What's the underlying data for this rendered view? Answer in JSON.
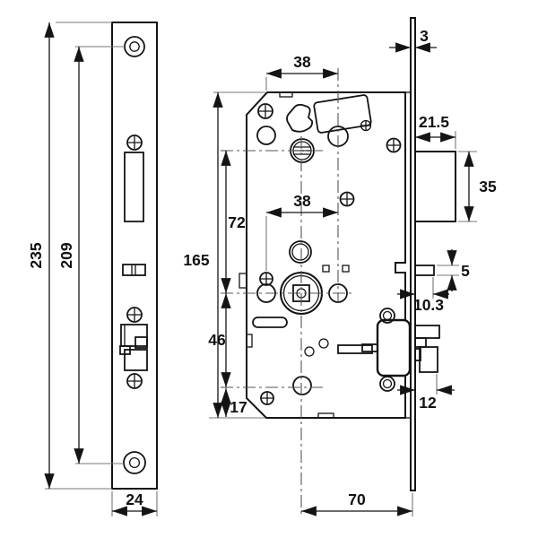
{
  "drawing": {
    "title": "Mortise lock dimensional drawing",
    "views": [
      "faceplate-front",
      "lock-case-side",
      "faceplate-edge"
    ],
    "colors": {
      "line": "#141414",
      "extension": "#777777",
      "background": "#ffffff"
    }
  },
  "dims": {
    "plate_height": "235",
    "hole_spacing": "209",
    "plate_width": "24",
    "cyl_spacing": "38",
    "hub_spacing": "38",
    "case_height": "165",
    "cyl_to_hub": "72",
    "hub_to_lower": "46",
    "lower_to_bottom": "17",
    "backset": "70",
    "plate_thickness": "3",
    "latch_depth": "21.5",
    "latch_height": "35",
    "aux_height": "5",
    "aux_depth": "10.3",
    "bolt_throw": "12"
  }
}
